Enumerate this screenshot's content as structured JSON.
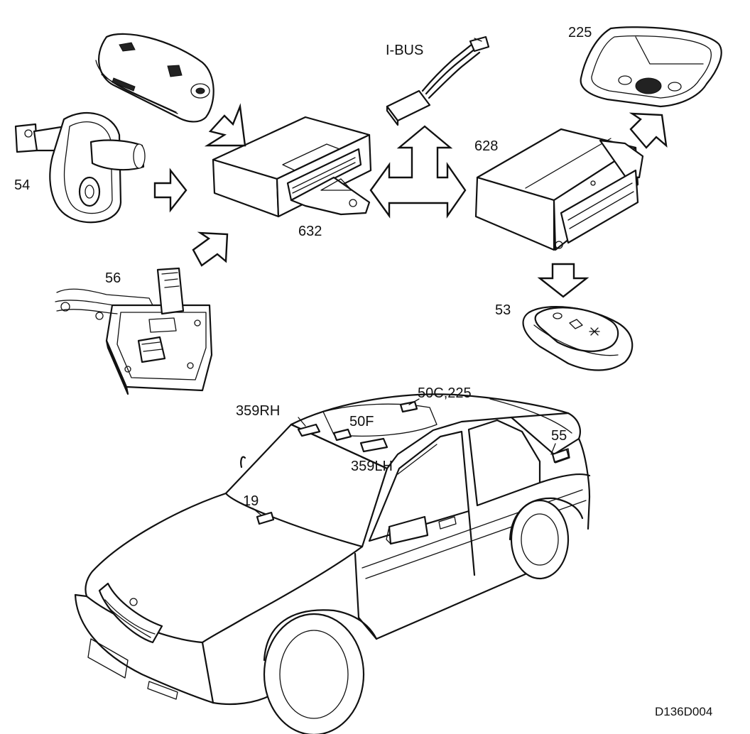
{
  "colors": {
    "line": "#111111",
    "background": "#ffffff"
  },
  "labels": {
    "c54": "54",
    "c56": "56",
    "c632": "632",
    "ibus": "I-BUS",
    "c628": "628",
    "c225": "225",
    "c53": "53",
    "c50c_225": "50C,225",
    "c359rh": "359RH",
    "c50f": "50F",
    "c359lh": "359LH",
    "c55": "55",
    "c19": "19",
    "figure_id": "D136D004"
  }
}
